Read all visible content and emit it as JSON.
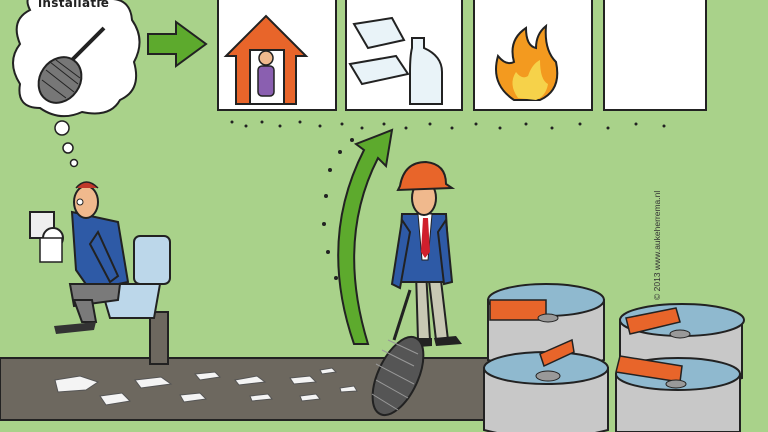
{
  "thought_bubble": {
    "label": "installatie"
  },
  "credit": {
    "text": "© 2013  www.aukeherrema.nl"
  },
  "colors": {
    "background": "#a9d28a",
    "arrow": "#5daa2d",
    "pipe": "#6d685f",
    "house": "#e8652a",
    "helmet": "#e8652a",
    "suit": "#2e5aa6",
    "tie": "#d01f2c",
    "water": "#8fb9cf",
    "tank_label": "#e8652a"
  },
  "panels": [
    {
      "icon": "house-with-person-icon"
    },
    {
      "icon": "plastic-containers-icon"
    },
    {
      "icon": "flame-icon"
    },
    {
      "icon": "empty-panel"
    }
  ]
}
